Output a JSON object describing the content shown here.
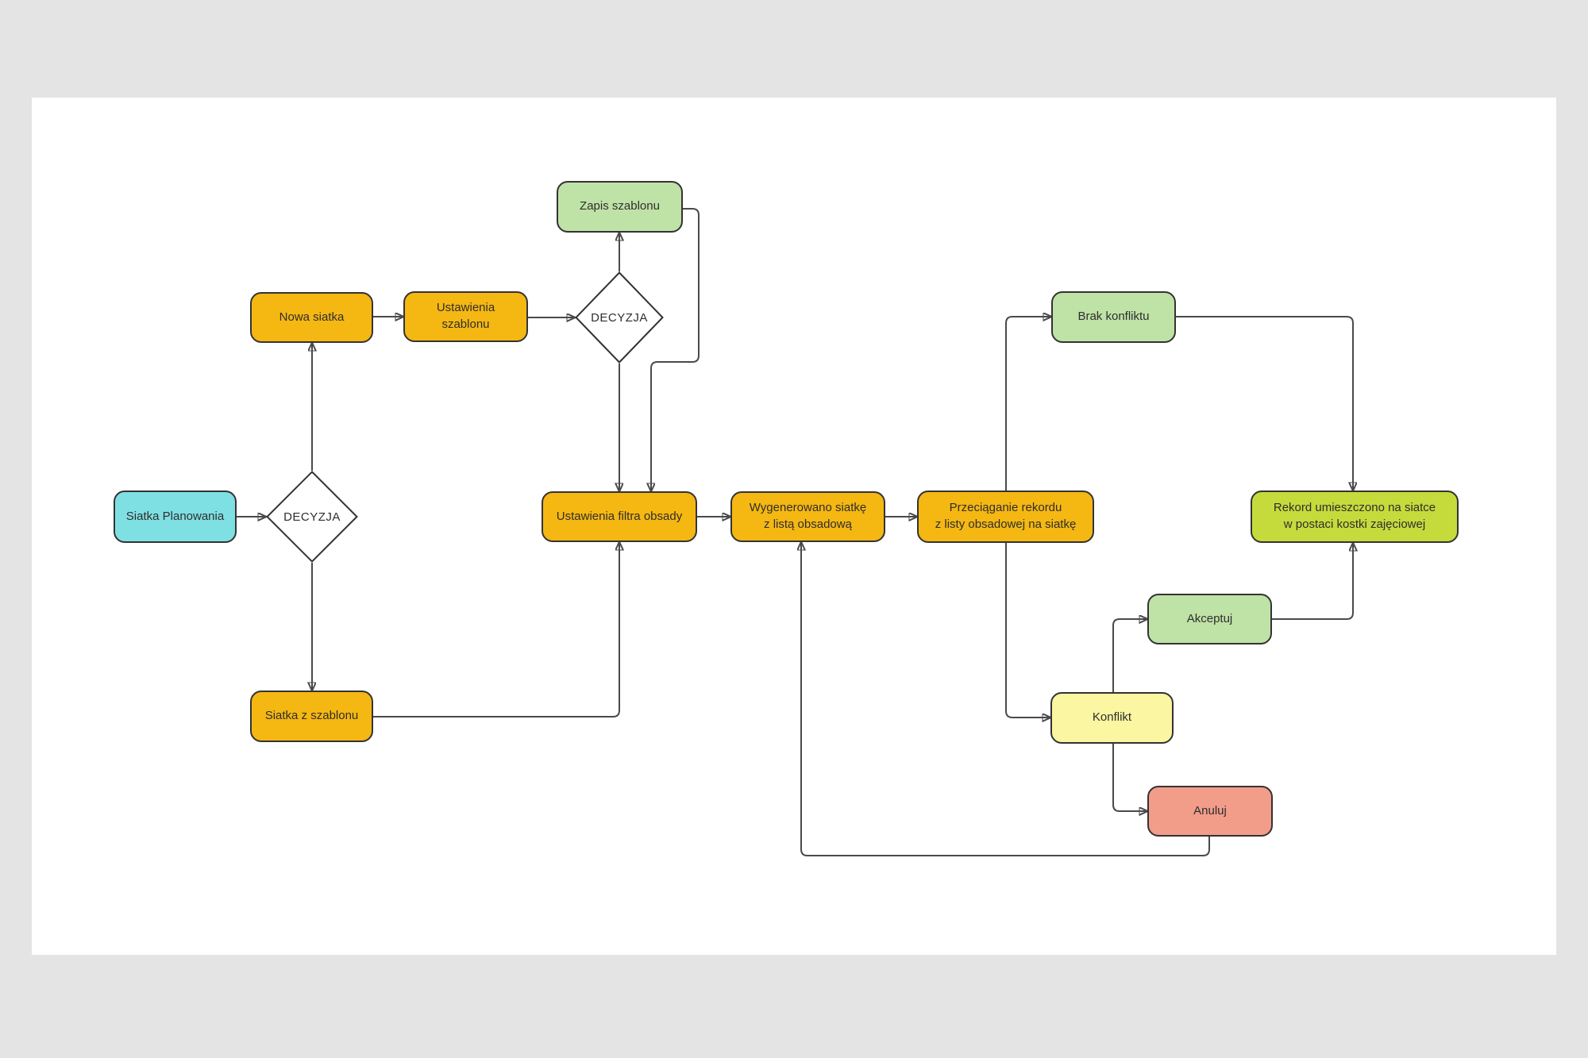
{
  "diagram": {
    "type": "flowchart",
    "language": "pl",
    "page_background": "#e4e4e5",
    "canvas_background": "#ffffff",
    "line_color": "#4a4a4a",
    "border_color": "#333333"
  },
  "colors": {
    "cyan": "#7fe0e3",
    "orange": "#f5b712",
    "green": "#bfe2a6",
    "yellow_green": "#c5db3c",
    "pale_yellow": "#faf6a1",
    "salmon": "#f29c8a",
    "white": "#ffffff"
  },
  "nodes": {
    "siatka_planowania": {
      "label": "Siatka Planowania",
      "shape": "rounded-rect",
      "fill": "#7fe0e3"
    },
    "decyzja_1": {
      "label": "DECYZJA",
      "shape": "diamond",
      "fill": "#ffffff"
    },
    "nowa_siatka": {
      "label": "Nowa siatka",
      "shape": "rounded-rect",
      "fill": "#f5b712"
    },
    "ustawienia_szablonu": {
      "label": "Ustawienia\nszablonu",
      "shape": "rounded-rect",
      "fill": "#f5b712"
    },
    "decyzja_2": {
      "label": "DECYZJA",
      "shape": "diamond",
      "fill": "#ffffff"
    },
    "zapis_szablonu": {
      "label": "Zapis szablonu",
      "shape": "rounded-rect",
      "fill": "#bfe2a6"
    },
    "ustawienia_filtra_obsady": {
      "label": "Ustawienia filtra obsady",
      "shape": "rounded-rect",
      "fill": "#f5b712"
    },
    "wygenerowano_siatke": {
      "label": "Wygenerowano siatkę\nz listą obsadową",
      "shape": "rounded-rect",
      "fill": "#f5b712"
    },
    "przeciaganie_rekordu": {
      "label": "Przeciąganie rekordu\nz listy obsadowej na siatkę",
      "shape": "rounded-rect",
      "fill": "#f5b712"
    },
    "brak_konfliktu": {
      "label": "Brak konfliktu",
      "shape": "rounded-rect",
      "fill": "#bfe2a6"
    },
    "rekord_umieszczono": {
      "label": "Rekord umieszczono na siatce\nw postaci kostki zajęciowej",
      "shape": "rounded-rect",
      "fill": "#c5db3c"
    },
    "akceptuj": {
      "label": "Akceptuj",
      "shape": "rounded-rect",
      "fill": "#bfe2a6"
    },
    "konflikt": {
      "label": "Konflikt",
      "shape": "rounded-rect",
      "fill": "#faf6a1"
    },
    "anuluj": {
      "label": "Anuluj",
      "shape": "rounded-rect",
      "fill": "#f29c8a"
    },
    "siatka_z_szablonu": {
      "label": "Siatka z szablonu",
      "shape": "rounded-rect",
      "fill": "#f5b712"
    }
  },
  "edges": [
    {
      "from": "siatka_planowania",
      "to": "decyzja_1"
    },
    {
      "from": "decyzja_1",
      "to": "nowa_siatka"
    },
    {
      "from": "decyzja_1",
      "to": "siatka_z_szablonu"
    },
    {
      "from": "nowa_siatka",
      "to": "ustawienia_szablonu"
    },
    {
      "from": "ustawienia_szablonu",
      "to": "decyzja_2"
    },
    {
      "from": "decyzja_2",
      "to": "zapis_szablonu"
    },
    {
      "from": "zapis_szablonu",
      "to": "ustawienia_filtra_obsady"
    },
    {
      "from": "decyzja_2",
      "to": "ustawienia_filtra_obsady"
    },
    {
      "from": "siatka_z_szablonu",
      "to": "ustawienia_filtra_obsady"
    },
    {
      "from": "ustawienia_filtra_obsady",
      "to": "wygenerowano_siatke"
    },
    {
      "from": "wygenerowano_siatke",
      "to": "przeciaganie_rekordu"
    },
    {
      "from": "przeciaganie_rekordu",
      "to": "brak_konfliktu"
    },
    {
      "from": "brak_konfliktu",
      "to": "rekord_umieszczono"
    },
    {
      "from": "przeciaganie_rekordu",
      "to": "konflikt"
    },
    {
      "from": "konflikt",
      "to": "akceptuj"
    },
    {
      "from": "akceptuj",
      "to": "rekord_umieszczono"
    },
    {
      "from": "konflikt",
      "to": "anuluj"
    },
    {
      "from": "anuluj",
      "to": "wygenerowano_siatke"
    }
  ]
}
